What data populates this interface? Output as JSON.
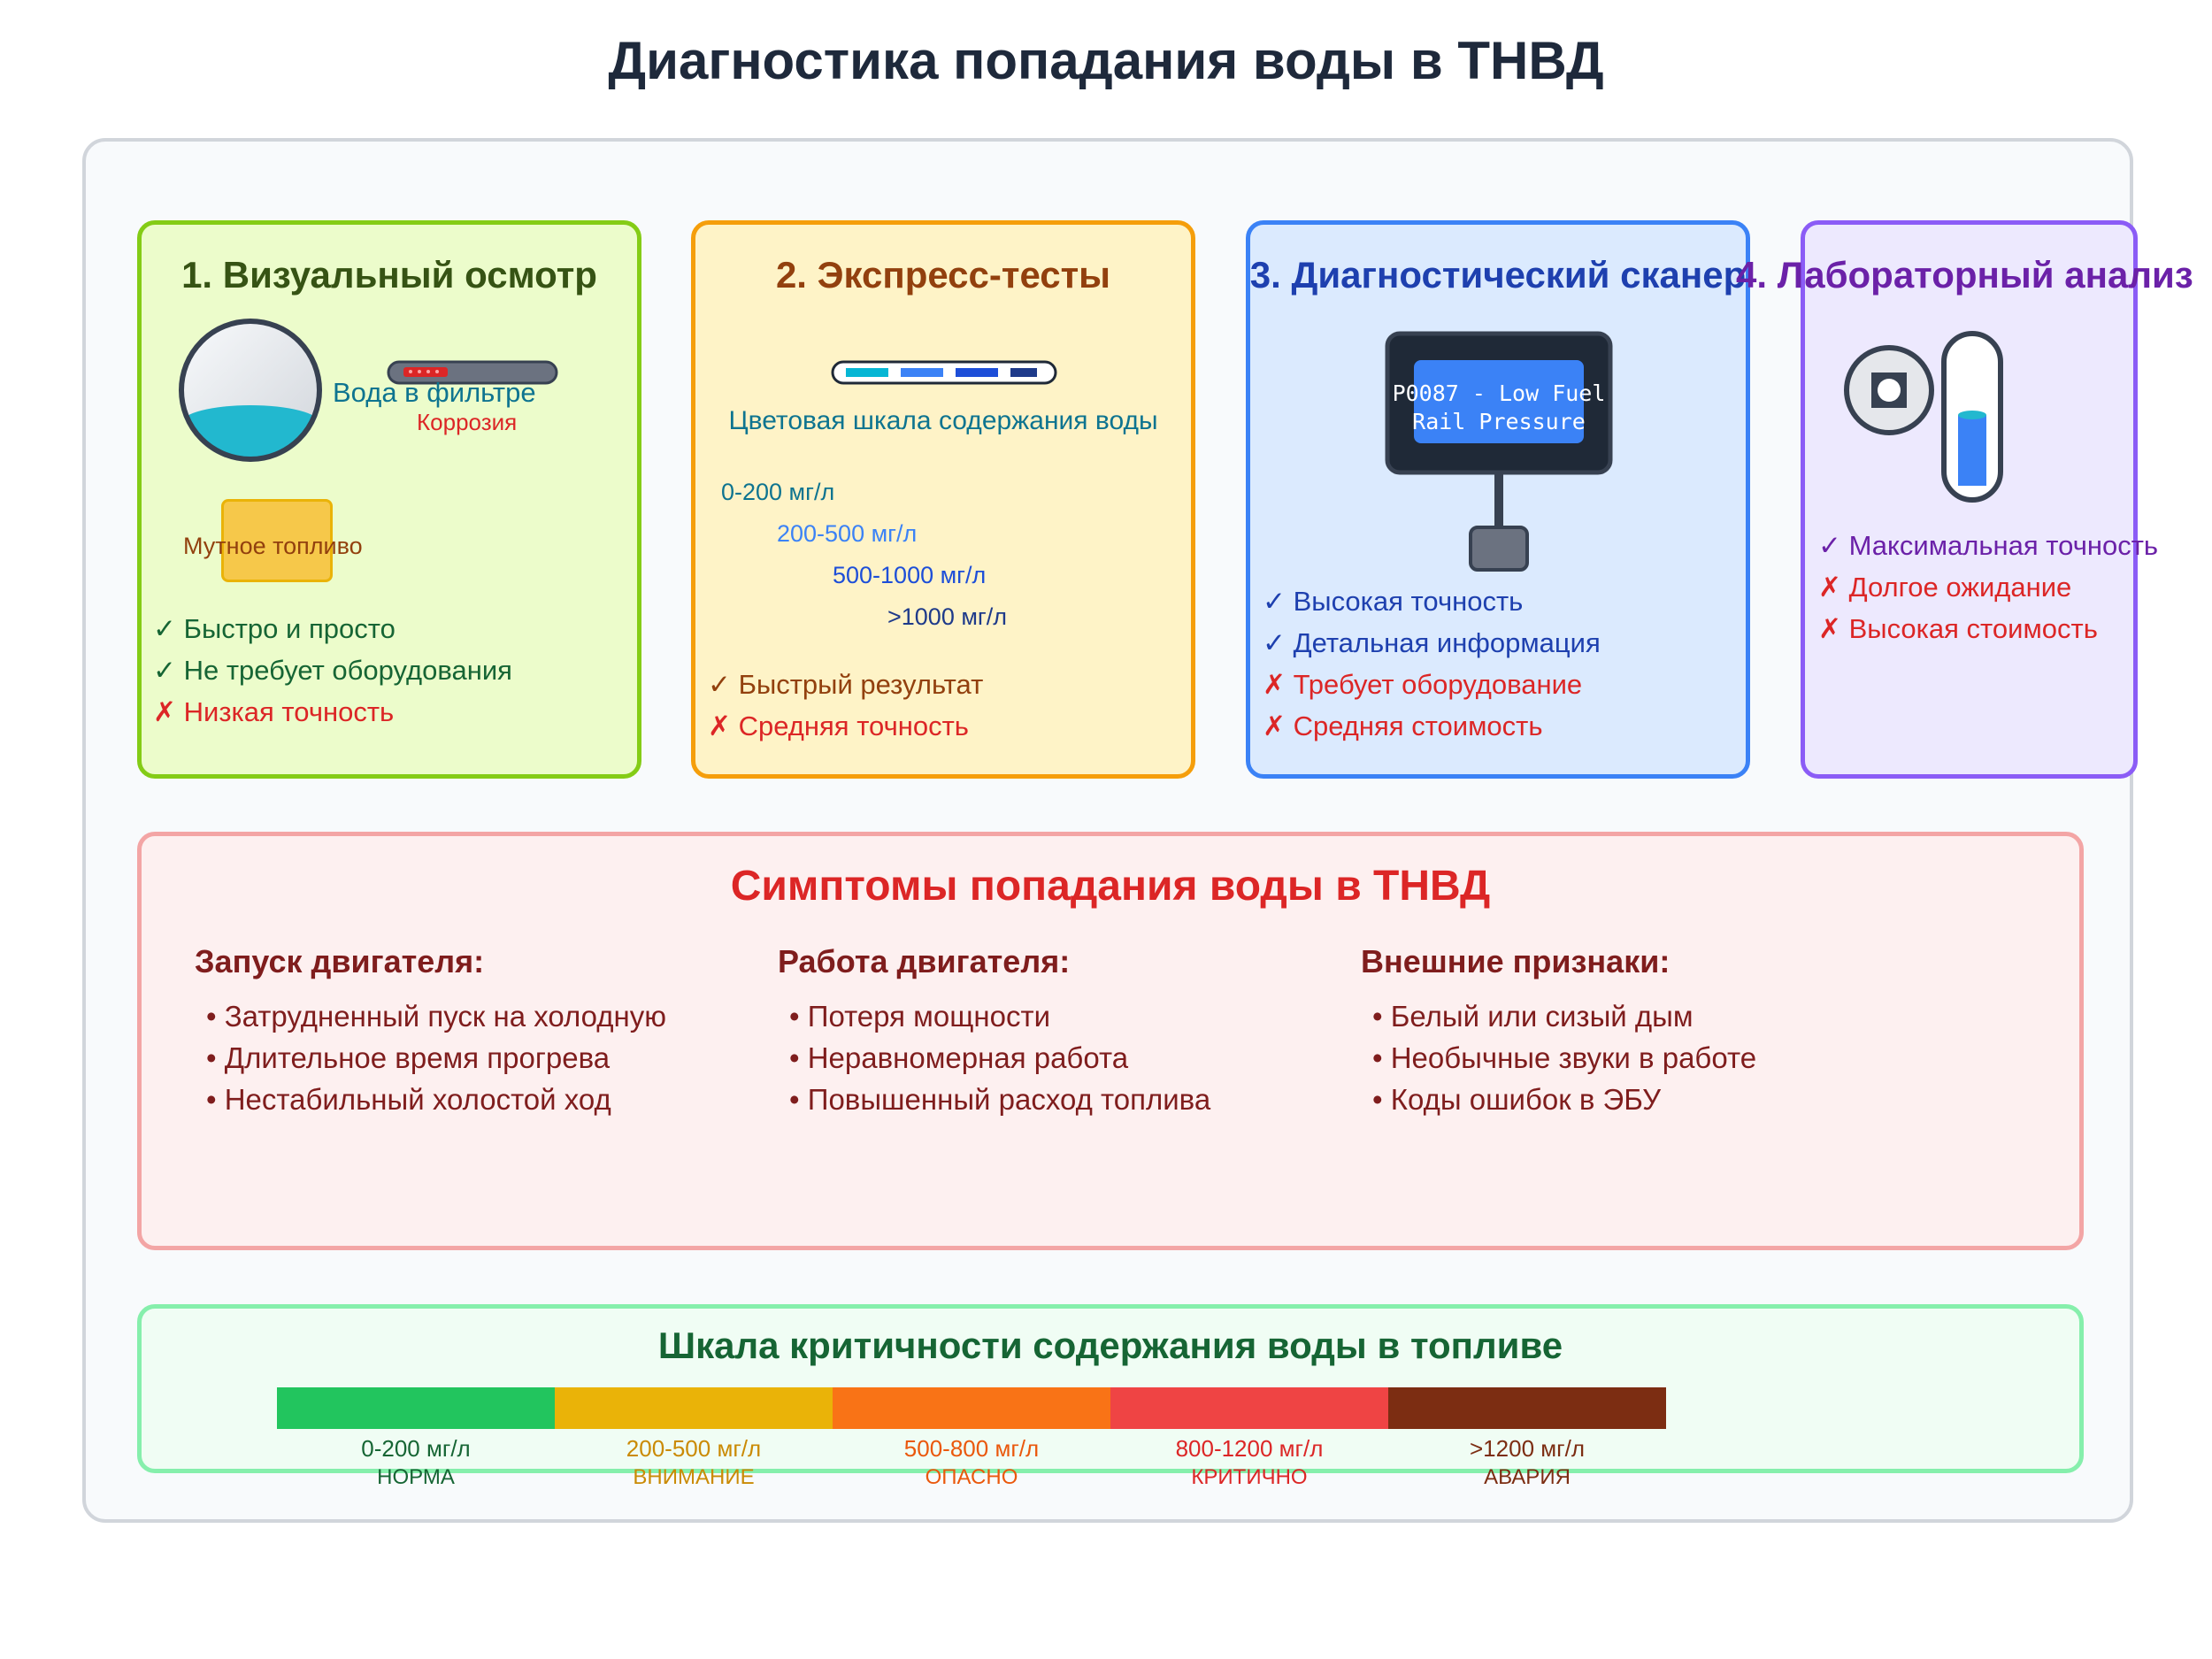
{
  "title": "Диагностика попадания воды в ТНВД",
  "methods": {
    "visual": {
      "title": "1. Визуальный осмотр",
      "water_label": "Вода в фильтре",
      "corrosion_label": "Коррозия",
      "turbid_label": "Мутное топливо",
      "items": [
        {
          "mark": "✓",
          "text": "Быстро и просто"
        },
        {
          "mark": "✓",
          "text": "Не требует оборудования"
        },
        {
          "mark": "✗",
          "text": "Низкая точность"
        }
      ]
    },
    "express": {
      "title": "2. Экспресс-тесты",
      "scale_label": "Цветовая шкала содержания воды",
      "levels": [
        "0-200 мг/л",
        "200-500 мг/л",
        "500-1000 мг/л",
        ">1000 мг/л"
      ],
      "items": [
        {
          "mark": "✓",
          "text": "Быстрый результат"
        },
        {
          "mark": "✗",
          "text": "Средняя точность"
        }
      ]
    },
    "scanner": {
      "title": "3. Диагностический сканер",
      "screen_line1": "P0087 - Low Fuel",
      "screen_line2": "Rail Pressure",
      "items": [
        {
          "mark": "✓",
          "text": "Высокая точность"
        },
        {
          "mark": "✓",
          "text": "Детальная информация"
        },
        {
          "mark": "✗",
          "text": "Требует оборудование"
        },
        {
          "mark": "✗",
          "text": "Средняя стоимость"
        }
      ]
    },
    "lab": {
      "title": "4. Лабораторный анализ",
      "items": [
        {
          "mark": "✓",
          "text": "Максимальная точность"
        },
        {
          "mark": "✗",
          "text": "Долгое ожидание"
        },
        {
          "mark": "✗",
          "text": "Высокая стоимость"
        }
      ]
    }
  },
  "symptoms": {
    "title": "Симптомы попадания воды в ТНВД",
    "columns": [
      {
        "heading": "Запуск двигателя:",
        "items": [
          "• Затрудненный пуск на холодную",
          "• Длительное время прогрева",
          "• Нестабильный холостой ход"
        ]
      },
      {
        "heading": "Работа двигателя:",
        "items": [
          "• Потеря мощности",
          "• Неравномерная работа",
          "• Повышенный расход топлива"
        ]
      },
      {
        "heading": "Внешние признаки:",
        "items": [
          "• Белый или сизый дым",
          "• Необычные звуки в работе",
          "• Коды ошибок в ЭБУ"
        ]
      }
    ]
  },
  "criticality": {
    "title": "Шкала критичности содержания воды в топливе",
    "segments": [
      {
        "range": "0-200 мг/л",
        "status": "НОРМА",
        "color": "#22c55e",
        "text_color": "#166534"
      },
      {
        "range": "200-500 мг/л",
        "status": "ВНИМАНИЕ",
        "color": "#eab308",
        "text_color": "#ca8a04"
      },
      {
        "range": "500-800 мг/л",
        "status": "ОПАСНО",
        "color": "#f97316",
        "text_color": "#ea580c"
      },
      {
        "range": "800-1200 мг/л",
        "status": "КРИТИЧНО",
        "color": "#ef4444",
        "text_color": "#dc2626"
      },
      {
        "range": ">1200 мг/л",
        "status": "АВАРИЯ",
        "color": "#7c2d12",
        "text_color": "#7c2d12"
      }
    ]
  },
  "colors": {
    "visual_border": "#84cc16",
    "visual_bg": "#ecfccb",
    "express_border": "#f59e0b",
    "express_bg": "#fef3c7",
    "scanner_border": "#3b82f6",
    "scanner_bg": "#dbeafe",
    "lab_border": "#8b5cf6",
    "lab_bg": "#ede9fe",
    "symptoms_border": "#f3a5a5",
    "symptoms_bg": "#fdf0f0",
    "scale_border": "#86efac",
    "scale_bg": "#f0fdf4"
  }
}
